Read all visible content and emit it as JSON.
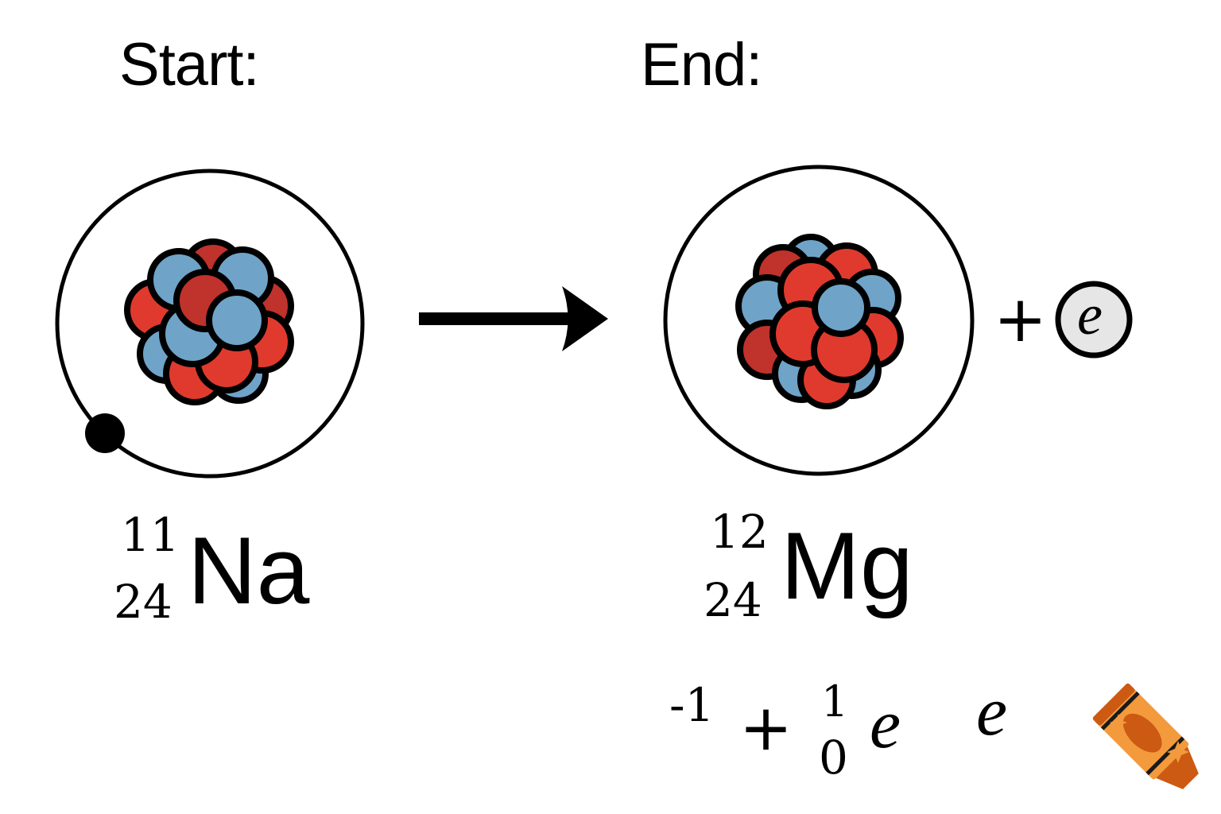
{
  "headings": {
    "start": "Start:",
    "end": "End:"
  },
  "start_atom": {
    "element_symbol": "Na",
    "upper_number": "11",
    "lower_number": "24",
    "has_orbit_electron": true
  },
  "end_atom": {
    "element_symbol": "Mg",
    "upper_number": "12",
    "lower_number": "24",
    "has_orbit_electron": false
  },
  "emitted_particle": {
    "plus": "+",
    "symbol": "e"
  },
  "equation": {
    "minus_one": "-1",
    "plus": "+",
    "upper": "1",
    "lower": "0",
    "e1": "e",
    "e2": "e"
  },
  "colors": {
    "proton": "#e03a2e",
    "proton_dark": "#c0322c",
    "neutron": "#6fa3c8",
    "outline": "#000000",
    "electron_fill": "#e6e6e6",
    "crayon_orange": "#f39a3c",
    "crayon_dark": "#cc5a12"
  },
  "icons": {
    "reaction_arrow": "right-arrow",
    "watermark": "crayon-sparkle"
  }
}
